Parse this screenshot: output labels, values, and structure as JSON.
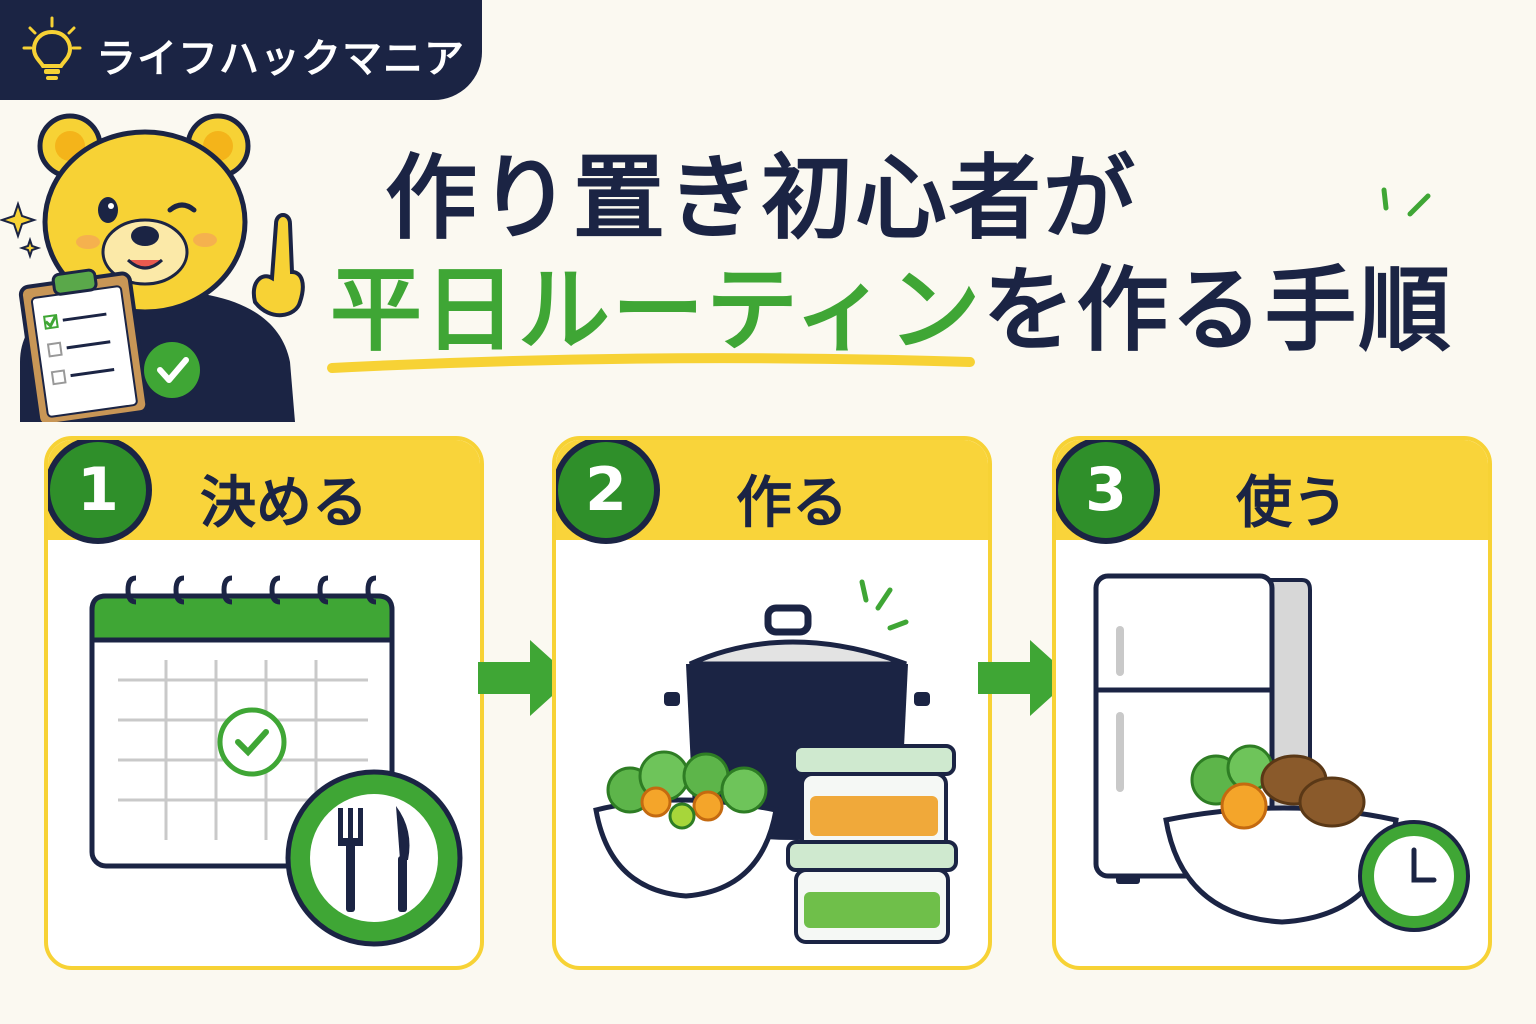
{
  "brand": {
    "name": "ライフハックマニア",
    "icon": "lightbulb-icon"
  },
  "title": {
    "line1": "作り置き初心者が",
    "line2_accent": "平日ルーティン",
    "line2_rest": "を作る手順"
  },
  "steps": [
    {
      "number": "1",
      "label": "決める",
      "icon": "calendar-meal-icon"
    },
    {
      "number": "2",
      "label": "作る",
      "icon": "cooking-pot-containers-icon"
    },
    {
      "number": "3",
      "label": "使う",
      "icon": "fridge-bowl-clock-icon"
    }
  ],
  "colors": {
    "navy": "#1b2444",
    "green": "#3fa635",
    "dark_green": "#2f8f2a",
    "yellow": "#f9d43a",
    "background": "#fbf9f1"
  }
}
